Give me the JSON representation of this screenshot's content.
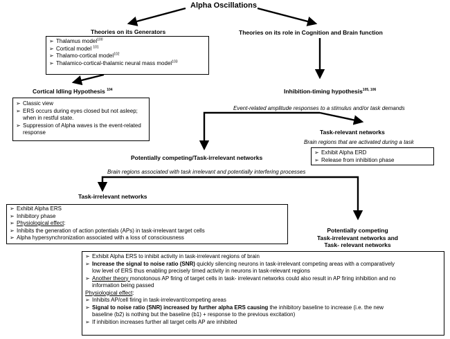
{
  "title": "Alpha Oscillations",
  "generators": {
    "heading": "Theories on its Generators",
    "items": [
      {
        "text": "Thalamus model",
        "ref": "100"
      },
      {
        "text": "Cortical model ",
        "ref": "101"
      },
      {
        "text": "Thalamo-cortical  model",
        "ref": "102"
      },
      {
        "text": "Thalamico-cortical-thalamic neural mass model",
        "ref": "103"
      }
    ]
  },
  "cognition": {
    "heading": "Theories on its role in Cognition and Brain function"
  },
  "idling": {
    "heading": "Cortical Idling Hypothesis ",
    "ref": "104",
    "items": [
      {
        "text": "Classic view"
      },
      {
        "text": "ERS occurs during eyes closed  but not asleep; when in restful state."
      },
      {
        "text": "Suppression of Alpha waves is the event-related response"
      }
    ]
  },
  "inhibition": {
    "heading": "Inhibition-timing hypothesis",
    "ref": "105, 106",
    "caption": "Event-related amplitude responses to a stimulus and/or task demands"
  },
  "relevant_top": {
    "heading": "Task-relevant networks",
    "caption": "Brain regions that are activated during a task",
    "items": [
      {
        "text": "Exhibit Alpha ERD"
      },
      {
        "text": "Release from inhibition phase"
      }
    ]
  },
  "competing": {
    "heading": "Potentially competing/Task-irrelevant networks",
    "caption": "Brain regions associated with task irrelevant and potentially interfering processes"
  },
  "irrelevant": {
    "heading": "Task-irrelevant networks",
    "items": [
      {
        "text": "Exhibit Alpha ERS"
      },
      {
        "text": "Inhibitory phase"
      },
      {
        "text": "Physiological  effect",
        "suffix": ":"
      },
      {
        "text": "Inhibits the generation of  action potentials (APs)  in  task-irrelevant target cells"
      },
      {
        "text": "Alpha hypersynchronization associated with a loss of consciousness"
      }
    ]
  },
  "both": {
    "heading_lines": [
      "Potentially competing",
      "Task-irrelevant networks and",
      "Task- relevant networks"
    ]
  },
  "bottom": {
    "line1": "Exhibit Alpha ERS  to  inhibit activity in task-irrelevant regions of brain",
    "line2_bold": "Increase the signal to noise ratio (SNR)",
    "line2_rest": " quickly silencing neurons  in task-irrelevant  competing areas with a comparatively",
    "line3": "low level of ERS  thus enabling precisely timed activity in neurons in task-relevant regions",
    "line4_ul": "Another theory ",
    "line4_rest": "monotonous AP firing of target cells  in task- irrelevant networks could also result in AP firing inhibition and  no",
    "line5": "information being passed",
    "phys_label": "Physiological  effect",
    "phys_suffix": ":",
    "line6": "Inhibits AP/cell firing in task-irrelevant/competing areas",
    "line7_bold": "Signal to noise ratio (SNR) increased by further alpha ERS causing",
    "line7_rest": " the inhibitory baseline to increase (i.e. the new",
    "line8": "baseline (b2) is nothing but the baseline  (b1) + response to the previous excitation)",
    "line9": "If inhibition increases further all target cells AP are inhibited"
  },
  "bullet": "➢"
}
